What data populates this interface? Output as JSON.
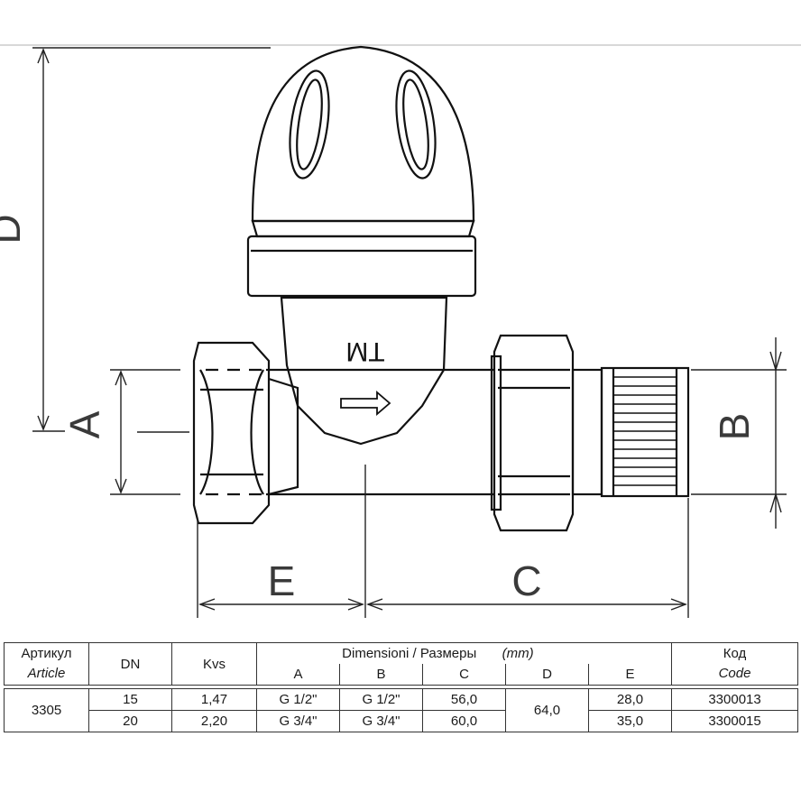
{
  "drawing": {
    "dim_a": "A",
    "dim_b": "B",
    "dim_c": "C",
    "dim_d": "D",
    "dim_e": "E",
    "brand_mark": "TM"
  },
  "table": {
    "article_ru": "Артикул",
    "article_en": "Article",
    "dn": "DN",
    "kvs": "Kvs",
    "dimensions_en": "Dimensioni",
    "dimensions_sep": "/",
    "dimensions_ru": "Размеры",
    "units": "(mm)",
    "col_a": "A",
    "col_b": "B",
    "col_c": "C",
    "col_d": "D",
    "col_e": "E",
    "code_ru": "Код",
    "code_en": "Code",
    "article_value": "3305",
    "d_value": "64,0",
    "rows": [
      {
        "dn": "15",
        "kvs": "1,47",
        "a": "G 1/2\"",
        "b": "G 1/2\"",
        "c": "56,0",
        "e": "28,0",
        "code": "3300013"
      },
      {
        "dn": "20",
        "kvs": "2,20",
        "a": "G 3/4\"",
        "b": "G 3/4\"",
        "c": "60,0",
        "e": "35,0",
        "code": "3300015"
      }
    ]
  }
}
